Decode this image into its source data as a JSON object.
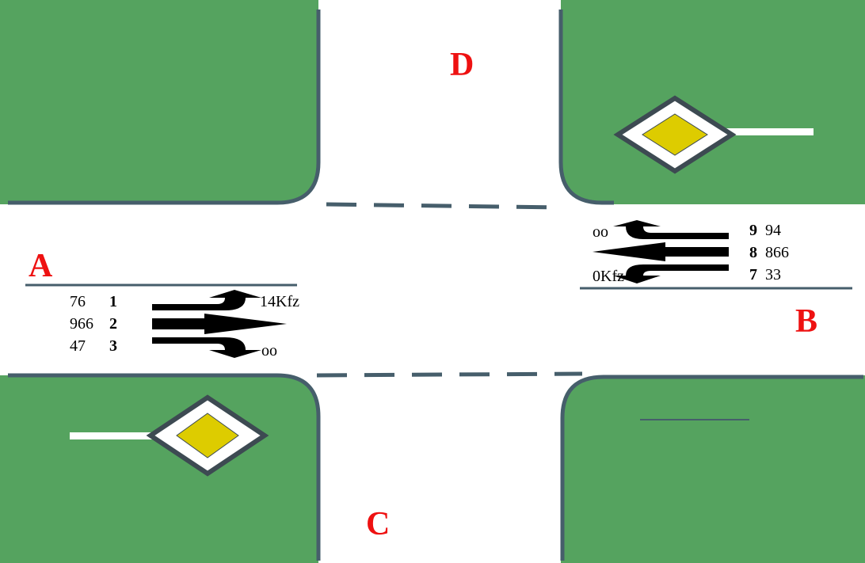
{
  "colors": {
    "grass": "#55a35f",
    "curb": "#465e6b",
    "arm_label": "#ee1111",
    "arrow": "#000000",
    "sign_fill": "#ddcc00",
    "sign_border": "#3d4a52",
    "background": "#ffffff"
  },
  "arms": {
    "a": "A",
    "b": "B",
    "c": "C",
    "d": "D"
  },
  "approach_a": {
    "left_volume": "14Kfz",
    "right_volume": "oo",
    "lanes": [
      {
        "count": "76",
        "stream": "1"
      },
      {
        "count": "966",
        "stream": "2"
      },
      {
        "count": "47",
        "stream": "3"
      }
    ]
  },
  "approach_b": {
    "left_volume": "oo",
    "right_volume": "0Kfz",
    "lanes": [
      {
        "stream": "9",
        "count": "94"
      },
      {
        "stream": "8",
        "count": "866"
      },
      {
        "stream": "7",
        "count": "33"
      }
    ]
  },
  "icons": [
    "priority-road-sign-icon",
    "straight-arrow-icon",
    "turn-left-arrow-icon",
    "turn-right-arrow-icon"
  ]
}
